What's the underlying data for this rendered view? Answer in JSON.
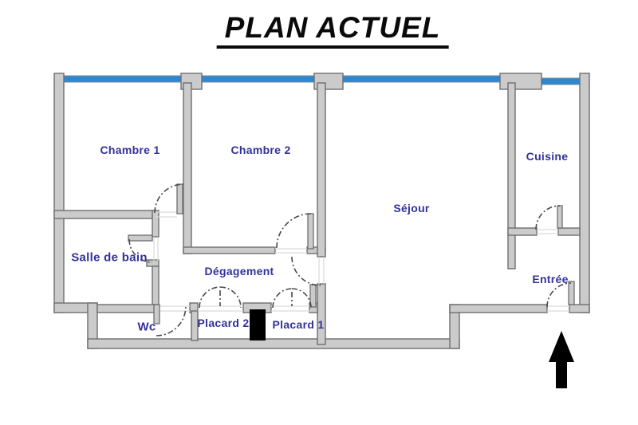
{
  "title": "PLAN ACTUEL",
  "rooms": {
    "chambre1": "Chambre 1",
    "chambre2": "Chambre 2",
    "sejour": "Séjour",
    "cuisine": "Cuisine",
    "salle_de_bain": "Salle de bain",
    "degagement": "Dégagement",
    "wc": "Wc",
    "placard2": "Placard 2",
    "placard1": "Placard 1",
    "entree": "Entrée"
  },
  "icons": {
    "entrance_arrow": "black-up-arrow",
    "shaft_block": "black-filled-rectangle",
    "windows": "blue-line-on-top-wall",
    "doors": "dashed-quarter-arc-swings"
  },
  "colors": {
    "background": "#ffffff",
    "wall_fill": "#cbcbcb",
    "wall_stroke": "#6e6e6e",
    "window_blue": "#2f87d0",
    "label_blue": "#32329b",
    "title_black": "#0a0a0a",
    "arrow_black": "#000000",
    "threshold_gray": "#d9d9d9",
    "dash_gray": "#4a4a4a"
  }
}
